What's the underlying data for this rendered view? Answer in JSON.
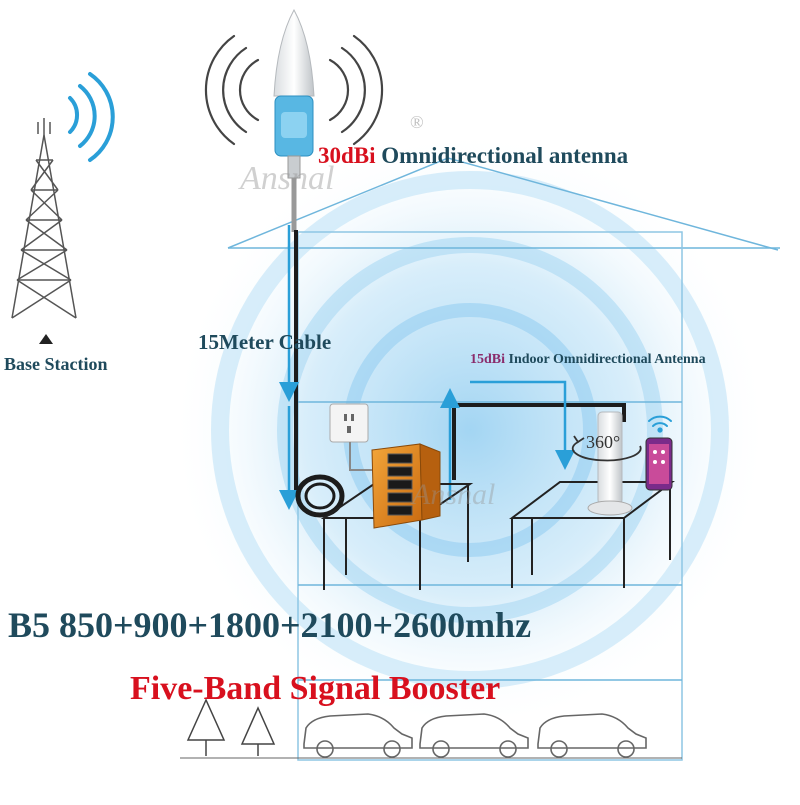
{
  "labels": {
    "outdoor_gain": "30dBi",
    "outdoor_name": "Omnidirectional antenna",
    "cable": "15Meter Cable",
    "base_station": "Base Staction",
    "indoor_gain": "15dBi",
    "indoor_name": "Indoor Omnidirectional Antenna",
    "rotation": "360°",
    "bands": "B5 850+900+1800+2100+2600mhz",
    "product": "Five-Band Signal Booster",
    "watermark": "Ansnal",
    "registered": "®"
  },
  "booster": {
    "band_count": 5
  },
  "colors": {
    "sky_blue": "#2a9fd8",
    "house_line": "#6fb6dc",
    "cable": "#1c1c1c",
    "booster_orange": "#e2851b",
    "title_dark": "#1f4a5c",
    "accent_red": "#d8101e",
    "indoor_label_purple": "#8a2b6b"
  }
}
